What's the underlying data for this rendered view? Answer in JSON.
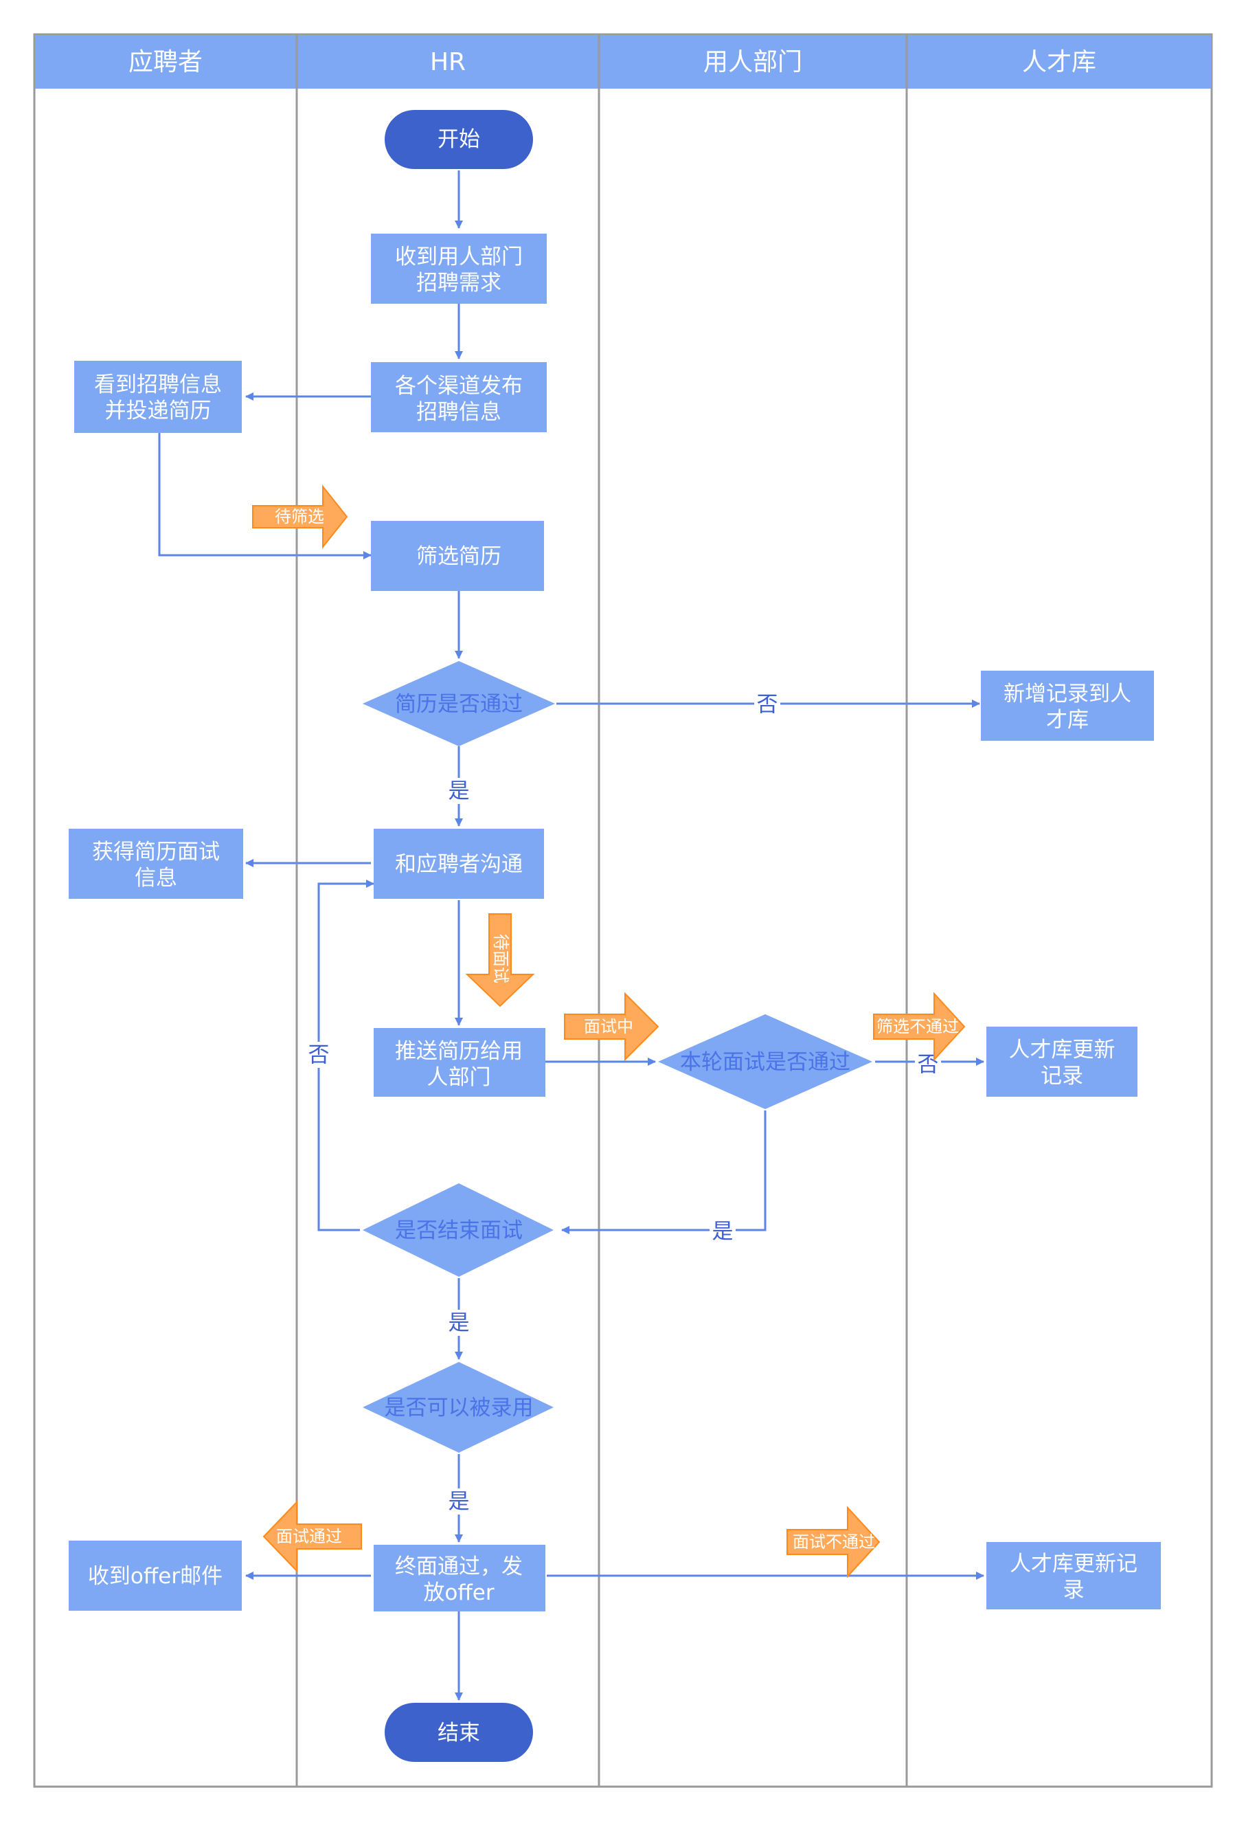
{
  "lanes": [
    "应聘者",
    "HR",
    "用人部门",
    "人才库"
  ],
  "nodes": {
    "start": "开始",
    "receive": [
      "收到用人部门",
      "招聘需求"
    ],
    "publish": [
      "各个渠道发布",
      "招聘信息"
    ],
    "apply": [
      "看到招聘信息",
      "并投递简历"
    ],
    "screen": "筛选简历",
    "resume_pass": "简历是否通过",
    "talent_add": [
      "新增记录到人",
      "才库"
    ],
    "communicate": "和应聘者沟通",
    "get_interview": [
      "获得简历面试",
      "信息"
    ],
    "push": [
      "推送简历给用",
      "人部门"
    ],
    "round_pass": "本轮面试是否通过",
    "talent_update1": [
      "人才库更新",
      "记录"
    ],
    "end_interview": "是否结束面试",
    "hireable": "是否可以被录用",
    "final_pass": [
      "终面通过，发",
      "放offer"
    ],
    "offer_mail": "收到offer邮件",
    "talent_update2": [
      "人才库更新记",
      "录"
    ],
    "end": "结束"
  },
  "labels": {
    "no1": "否",
    "yes1": "是",
    "no2": "否",
    "no3": "否",
    "yes2": "是",
    "yes3": "是",
    "yes4": "是"
  },
  "tags": {
    "wait_screen": "待筛选",
    "wait_interview": "待面试",
    "interviewing": "面试中",
    "screen_fail": "筛选不通过",
    "interview_pass": "面试通过",
    "interview_fail": "面试不通过"
  },
  "colors": {
    "header": "#7ea7f4",
    "box": "#7ea7f4",
    "terminal": "#3e62cc",
    "line": "#5b85e6",
    "tag": "#ffaa5a",
    "lane_border": "#9a9a9a"
  }
}
